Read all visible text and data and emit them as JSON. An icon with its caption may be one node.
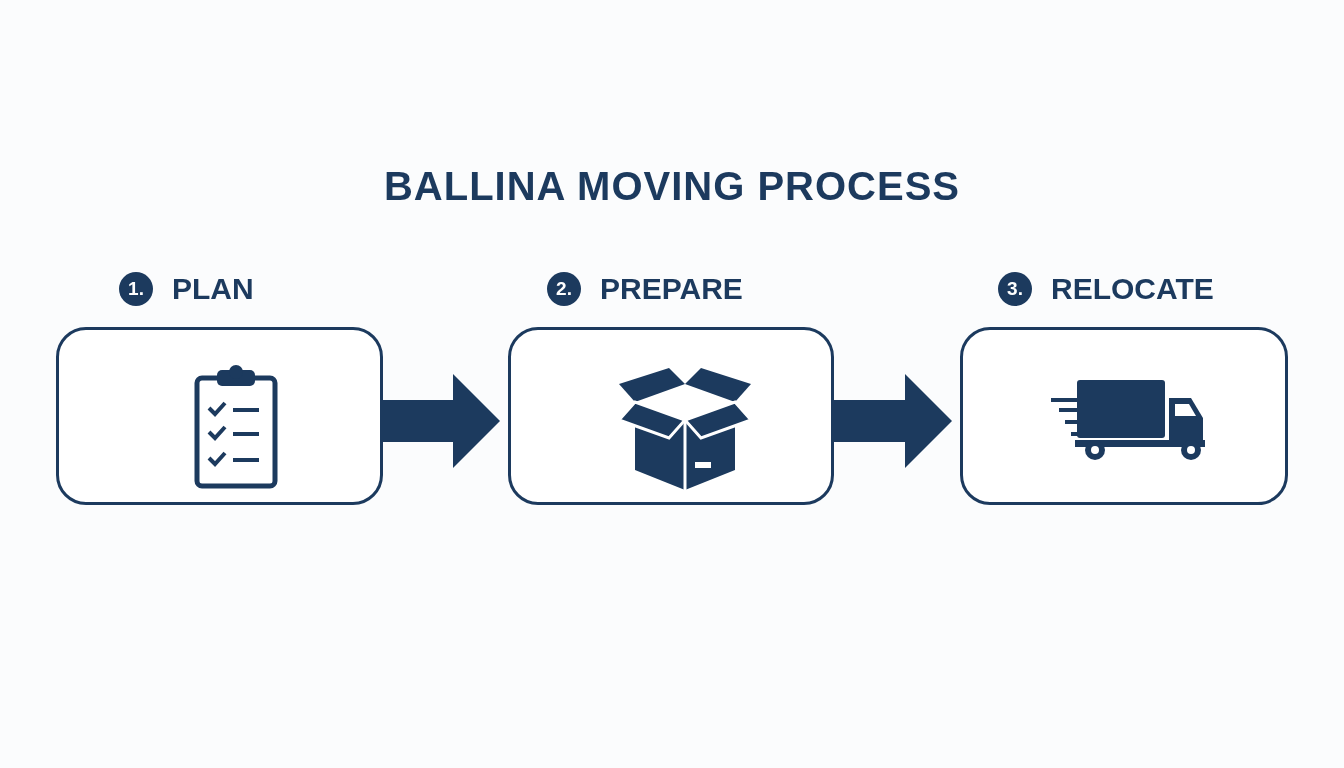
{
  "diagram": {
    "title": "BALLINA MOVING PROCESS",
    "nodes": [
      {
        "text": [
          "1.",
          "PLAN"
        ]
      },
      {
        "text": [
          "2.",
          "PREPARE"
        ]
      },
      {
        "text": [
          "3.",
          "RELOCATE"
        ]
      }
    ],
    "edges": [
      {
        "from": 0,
        "to": 1,
        "arrow": "to"
      },
      {
        "from": 1,
        "to": 2,
        "arrow": "to"
      }
    ]
  }
}
